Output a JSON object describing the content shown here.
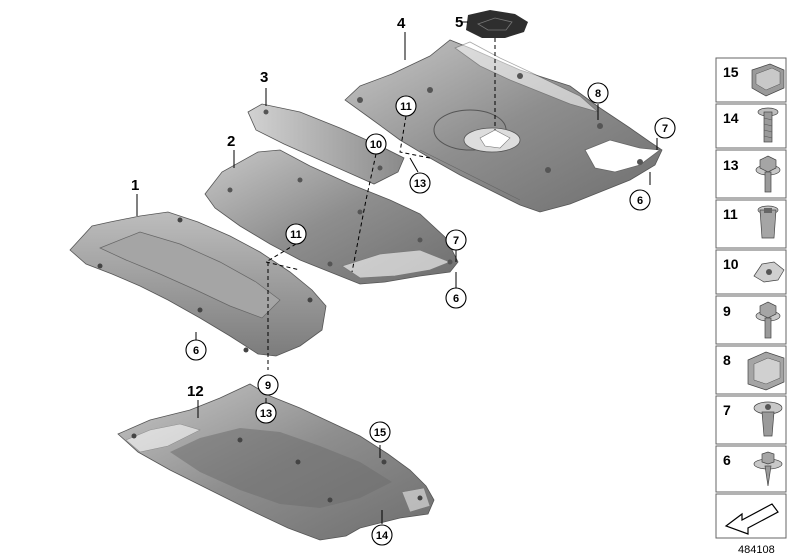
{
  "parts": {
    "p1": "1",
    "p2": "2",
    "p3": "3",
    "p4": "4",
    "p5": "5",
    "p12": "12"
  },
  "callouts": {
    "c6a": "6",
    "c6b": "6",
    "c6c": "6",
    "c7a": "7",
    "c7b": "7",
    "c8": "8",
    "c9": "9",
    "c10": "10",
    "c11a": "11",
    "c11b": "11",
    "c13a": "13",
    "c13b": "13",
    "c14": "14",
    "c15": "15"
  },
  "legend": [
    "15",
    "14",
    "13",
    "11",
    "10",
    "9",
    "8",
    "7",
    "6"
  ],
  "doc_number": "484108",
  "colors": {
    "panel_dark": "#7a7a7a",
    "panel_mid": "#9a9a9a",
    "panel_light": "#c4c4c4",
    "seal_dark": "#2e2e2e",
    "legend_border": "#666666"
  }
}
